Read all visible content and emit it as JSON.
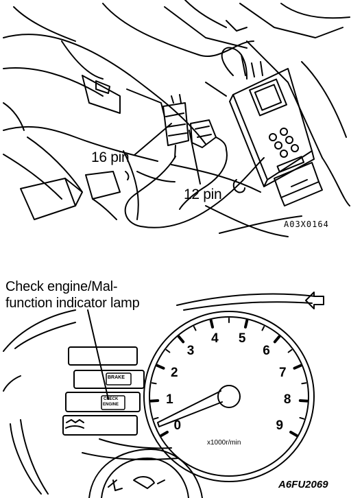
{
  "top_figure": {
    "label_16pin": "16 pin",
    "label_12pin": "12 pin",
    "figure_code": "A03X0164"
  },
  "bottom_figure": {
    "callout_line1": "Check engine/Mal-",
    "callout_line2": "function indicator lamp",
    "tach_numbers": [
      "0",
      "1",
      "2",
      "3",
      "4",
      "5",
      "6",
      "7",
      "8",
      "9"
    ],
    "tach_unit": "x1000r/min",
    "lamp_brake": "BRAKE",
    "lamp_check_line1": "CHECK",
    "lamp_check_line2": "ENGINE",
    "figure_code": "A6FU2069"
  }
}
